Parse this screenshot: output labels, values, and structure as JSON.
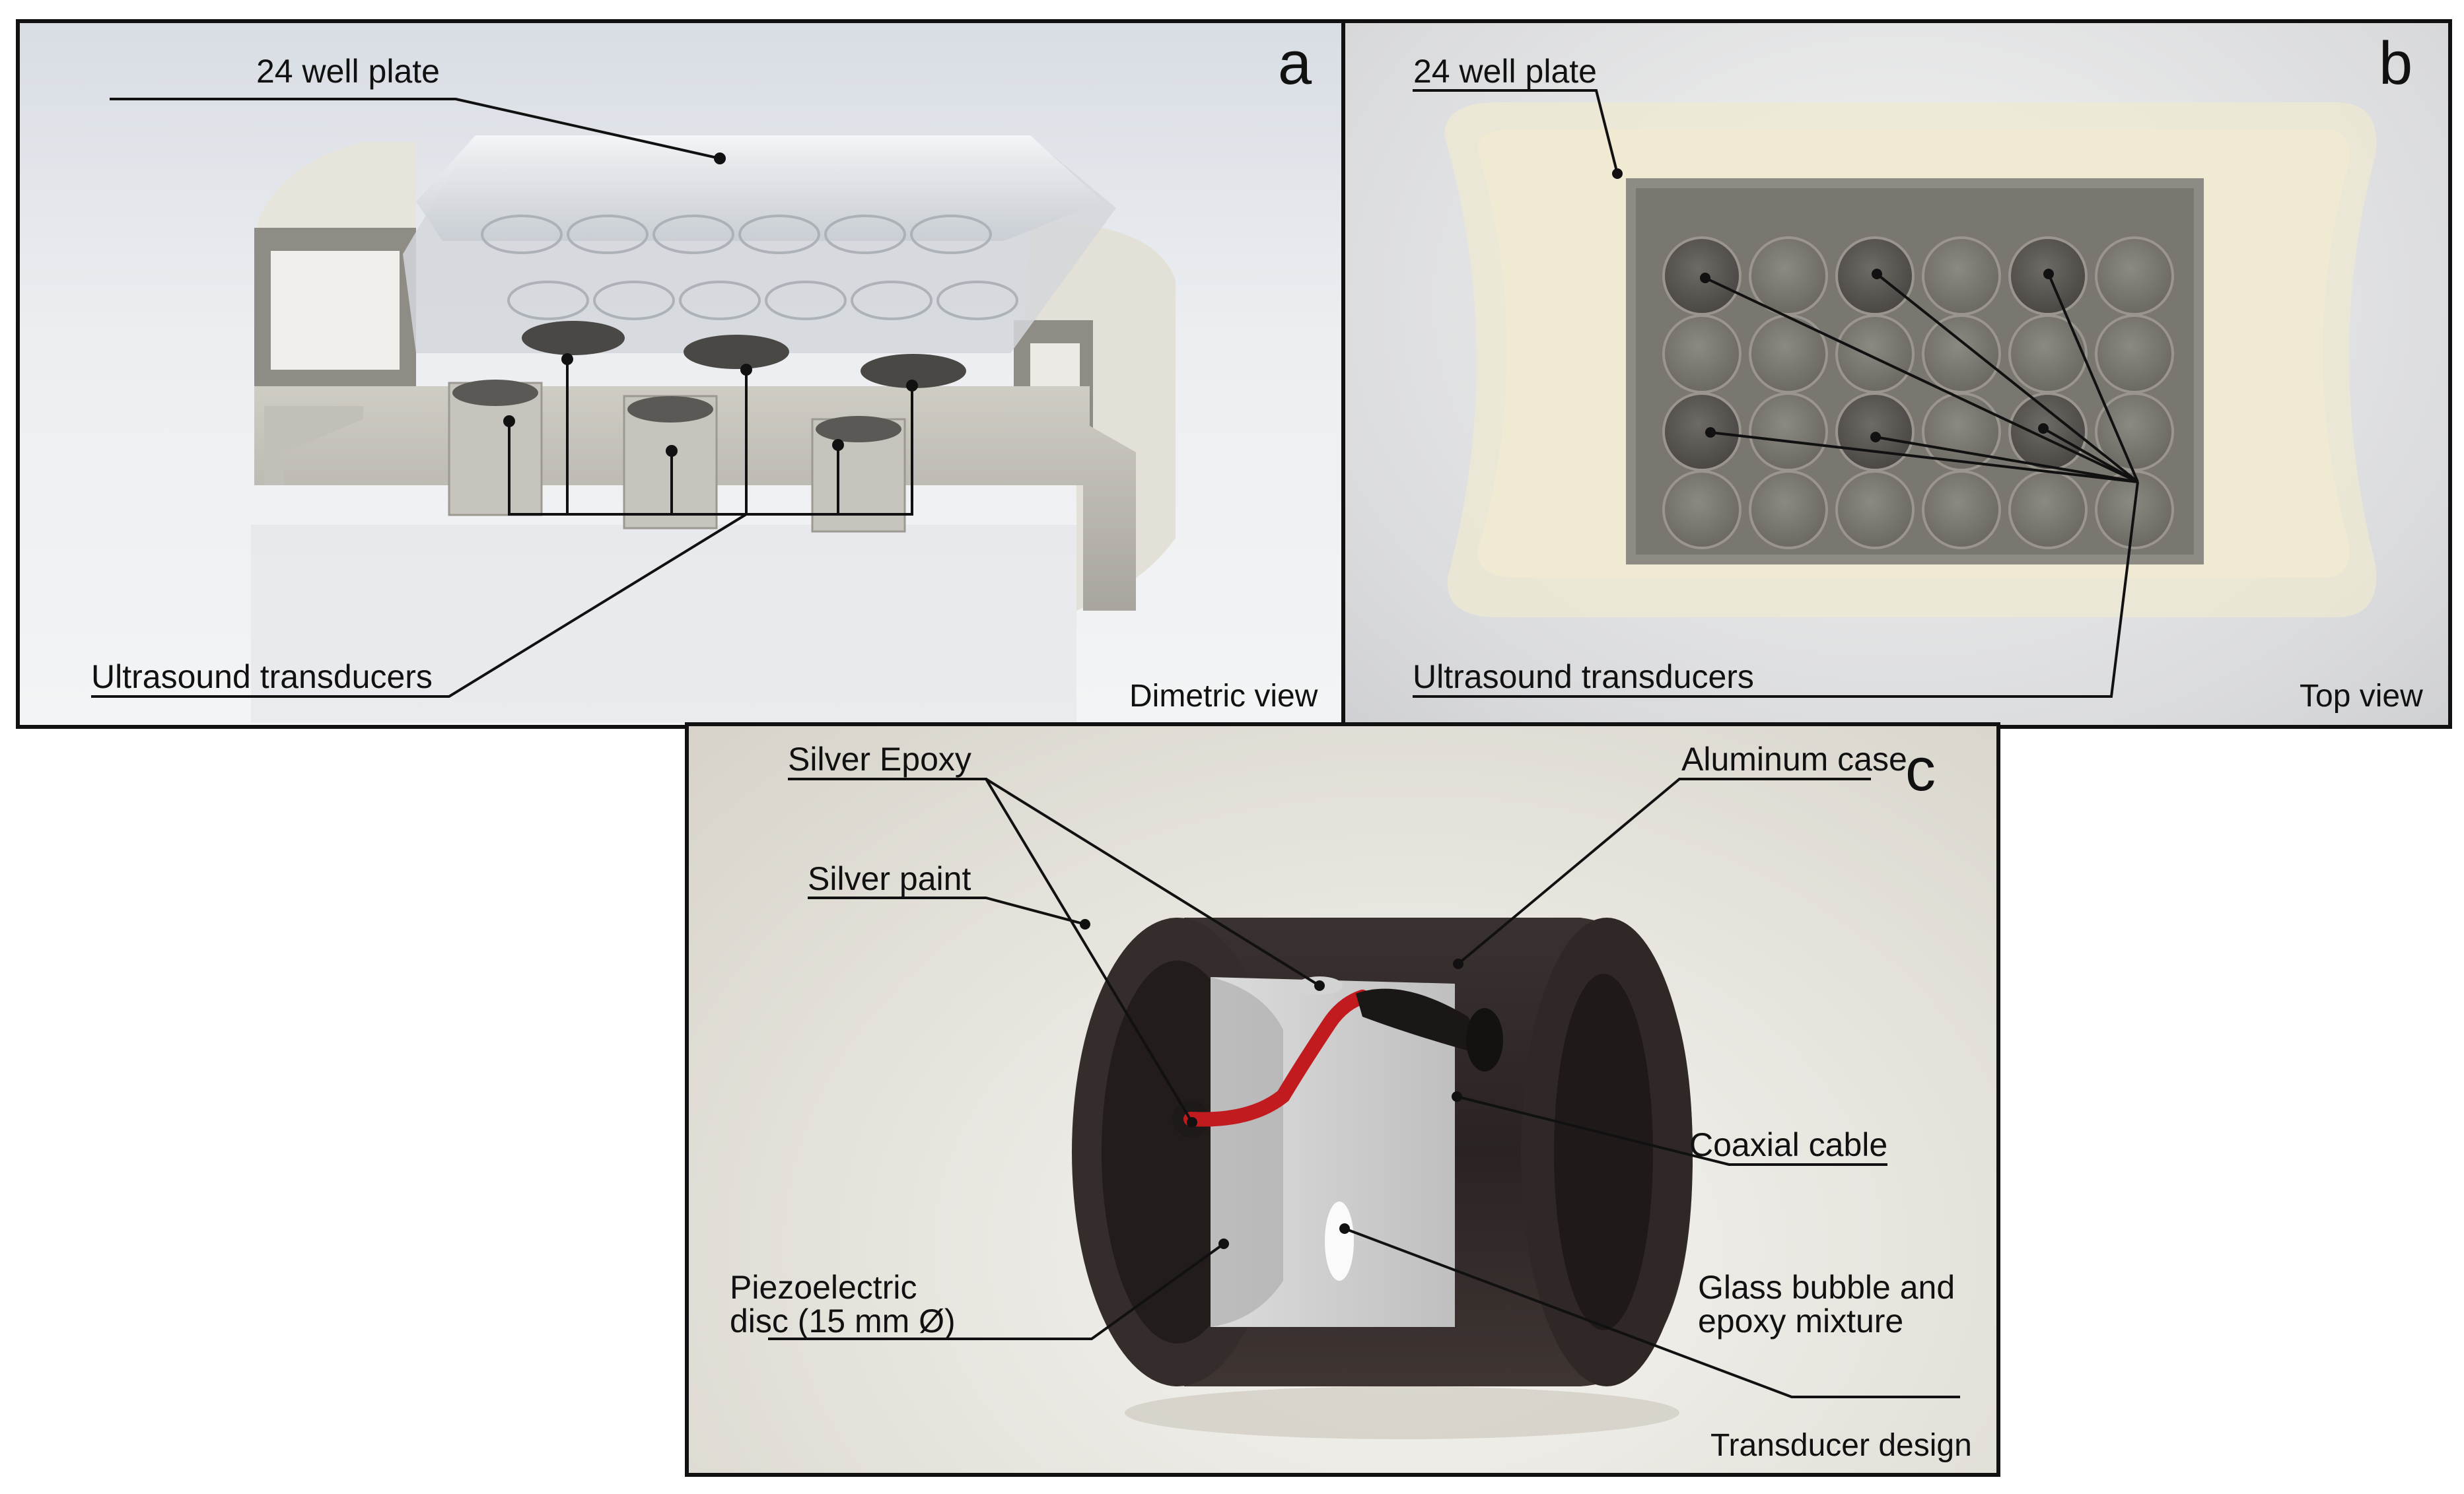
{
  "panel_a": {
    "letter": "a",
    "view": "Dimetric view",
    "plate_label": "24 well plate",
    "transducers_label": "Ultrasound transducers"
  },
  "panel_b": {
    "letter": "b",
    "view": "Top view",
    "plate_label": "24 well plate",
    "transducers_label": "Ultrasound transducers"
  },
  "panel_c": {
    "letter": "c",
    "view": "Transducer design",
    "labels": {
      "silver_epoxy": "Silver Epoxy",
      "aluminum_case": "Aluminum case",
      "silver_paint": "Silver paint",
      "coaxial_cable": "Coaxial cable",
      "piezo_line1": "Piezoelectric",
      "piezo_line2": "disc (15 mm Ø)",
      "glass_line1": "Glass bubble and",
      "glass_line2": "epoxy mixture"
    }
  },
  "colors": {
    "housing": "#e9e6dc",
    "well_plate_lid": "#ffffff",
    "wells_dark": "#6f6c67",
    "case_dark": "#2d2624",
    "cable_red": "#c11a1f",
    "epoxy_white": "#dedede",
    "annotation_line": "#111111"
  }
}
